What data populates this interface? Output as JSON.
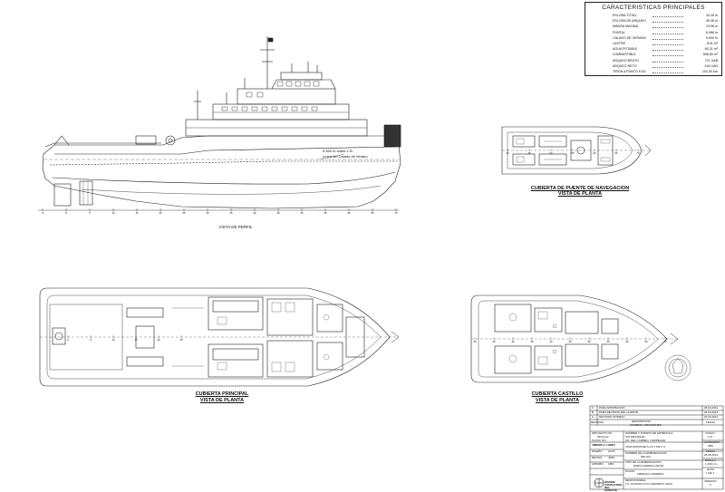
{
  "specs": {
    "title": "CARACTERISTICAS PRINCIPALES",
    "rows": [
      {
        "label": "ESLORA TOTAL",
        "value": "43.28 m"
      },
      {
        "label": "ESLORA DE ARQUEO",
        "value": "39.38 m"
      },
      {
        "label": "MANGA MAXIMA",
        "value": "13.58 m"
      },
      {
        "label": "PUNTAL",
        "value": "6.088 m"
      },
      {
        "label": "CALADO DE VERANO",
        "value": "5.590 m"
      },
      {
        "label": "LASTRE",
        "value": "8.01 m³"
      },
      {
        "label": "AGUA POTABLE",
        "value": "60.21 m³"
      },
      {
        "label": "COMBUSTIBLE",
        "value": "508.60 m³"
      },
      {
        "label": "ARQUEO BRUTO",
        "value": "721 UAB"
      },
      {
        "label": "ARQUEO NETO",
        "value": "216 UAN"
      },
      {
        "label": "TIRON A PUNTO FIJO",
        "value": "101.00 ton"
      }
    ]
  },
  "profile": {
    "caption": "VISTA DE PERFIL",
    "draft_note_1": "5.590 m sobre L.B.",
    "draft_note_2": "Línea del Calado de Verano",
    "ticks": [
      "-5",
      "0",
      "5",
      "10",
      "15",
      "20",
      "25",
      "30",
      "35",
      "40",
      "45",
      "50",
      "55",
      "60",
      "65",
      "70"
    ]
  },
  "bridge": {
    "caption_1": "CUBIERTA DE PUENTE DE NAVEGACION",
    "caption_2": "VISTA DE PLANTA",
    "ticks": [
      "40",
      "45",
      "50",
      "55",
      "60",
      "65",
      "70"
    ]
  },
  "main": {
    "caption_1": "CUBIERTA PRINCIPAL",
    "caption_2": "VISTA DE PLANTA",
    "ticks": [
      "0",
      "5",
      "10",
      "15",
      "20",
      "25"
    ]
  },
  "forecastle": {
    "caption_1": "CUBIERTA CASTILLO",
    "caption_2": "VISTA DE PLANTA",
    "ticks": [
      "20",
      "25",
      "30",
      "35",
      "40",
      "45",
      "50",
      "55",
      "60",
      "65",
      "70"
    ]
  },
  "title_block": {
    "revisions": [
      {
        "rev": "C",
        "desc": "PARA APROBACION",
        "date": "28-04-2012"
      },
      {
        "rev": "B",
        "desc": "PARA REVISION DEL CLIENTE",
        "date": "24-04-2012"
      },
      {
        "rev": "A",
        "desc": "REVISION INTERNA",
        "date": "20-04-2012"
      }
    ],
    "rev_header": {
      "rev": "REVISION",
      "desc": "DESCRIPCION",
      "sub": "CAMBIOS / REVISIONES",
      "date": "FECHA"
    },
    "proyecto_label": "PROYECTO NO.:",
    "proyecto_no": "MCS-012",
    "plano_label": "PLANO NO.:",
    "plano_no": "MCS-012-01-01",
    "nombre_puerto": "NOMBRE Y PUERTO DE MATRICULA:",
    "nombre": "SIN DESIGNAR",
    "puerto": "CD. DEL CARMEN, CAMPECHE",
    "casco_label": "CASCO",
    "casco": "174",
    "cliente": "CIMA MARITIME S.A.P.I. DE C.V.",
    "categoria_label": "CATEGORIA",
    "categoria": "ABS",
    "embarcacion_label": "NOMBRE DE LA EMBARCACION",
    "embarcacion": "NELIAS",
    "tipo_label": "TIPO DE LA EMBARCACION",
    "tipo": "BARCO REMOLCADOR",
    "fecha_label": "FECHA",
    "fecha": "25-06-2012",
    "escala_label": "ESCALA",
    "escala": "1:100 mm",
    "plano_title_label": "PLANO",
    "plano_title": "ARREGLO GENERAL",
    "hoja_label": "HOJA",
    "hoja": "1 DE 1",
    "version_label": "VERSION",
    "version": "0",
    "responsable_label": "RESPONSABLE",
    "responsable": "I.N. GUSTAVO FCO. BARRETO SOSA",
    "company": "MARINE CONSULTING DEL SURESTE",
    "roles": [
      "DIBUJO",
      "DISEÑO",
      "REVISO",
      "APROBO"
    ],
    "role_initials": [
      "JGPD",
      "LFCP",
      "JFBS",
      "GBS"
    ]
  }
}
